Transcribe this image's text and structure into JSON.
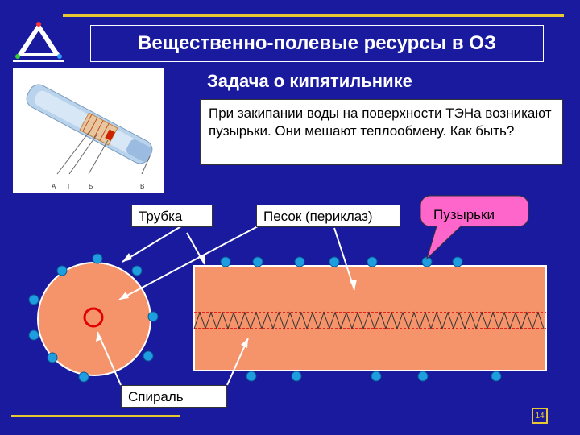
{
  "title": "Вещественно-полевые ресурсы в ОЗ",
  "subtitle": "Задача о кипятильнике",
  "description": "При закипании воды на поверхности ТЭНа возникают пузырьки. Они мешают теплообмену.          Как быть?",
  "labels": {
    "tube": "Трубка",
    "sand": "Песок (периклаз)",
    "bubbles": "Пузырьки",
    "spiral": "Спираль"
  },
  "photo_markers": [
    "А",
    "Г",
    "Б",
    "В"
  ],
  "page_number": "14",
  "colors": {
    "background": "#1a1a9e",
    "accent": "#e8c832",
    "heater_fill": "#f5936a",
    "bubble": "#1e9ee0",
    "bubble_callout": "#ff66cc",
    "spiral": "#e00000"
  }
}
